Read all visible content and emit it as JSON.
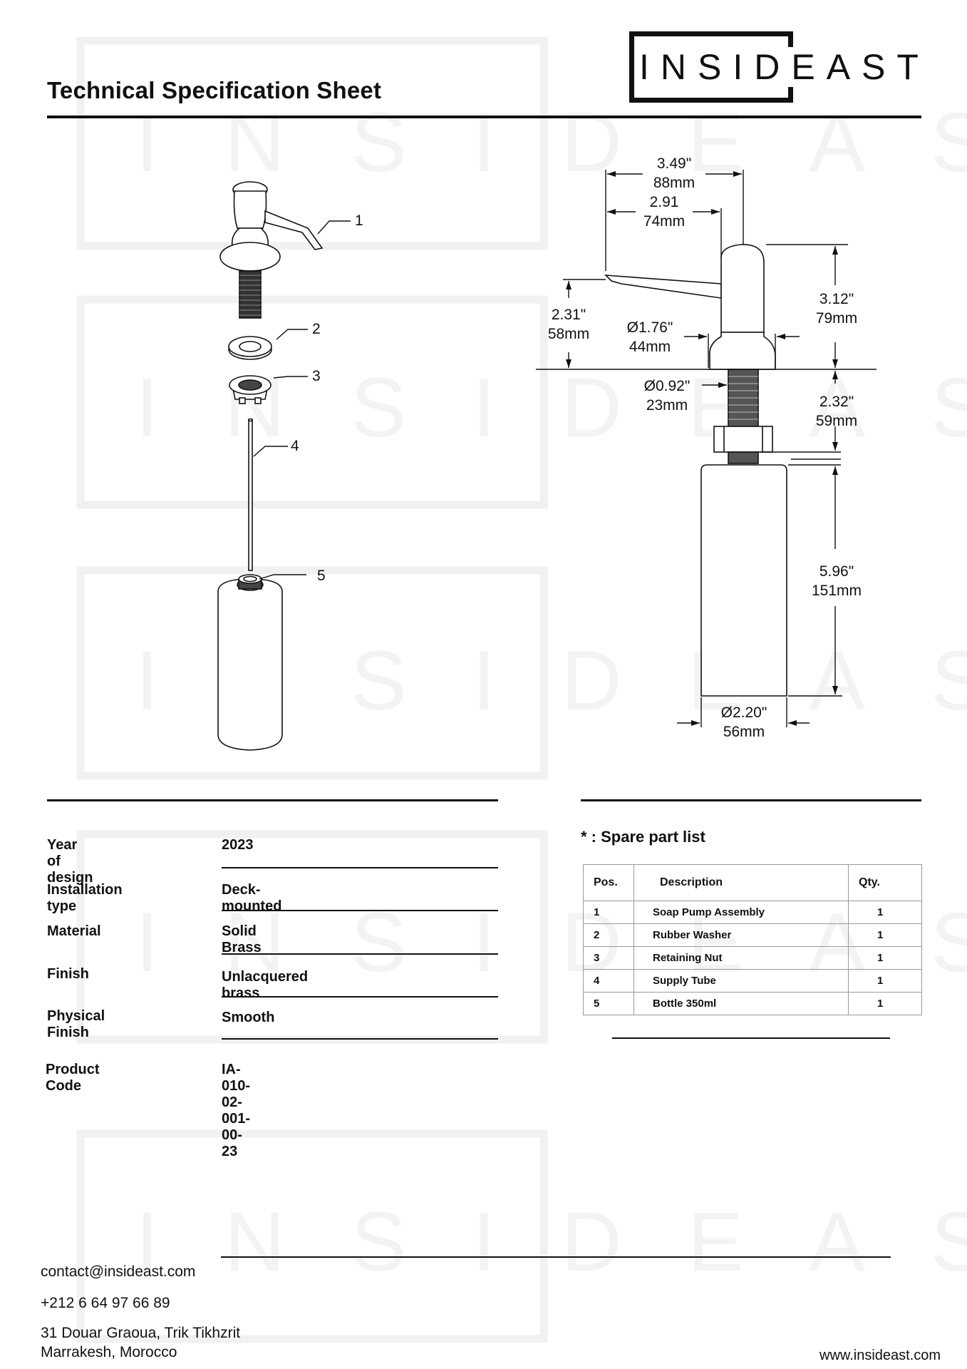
{
  "header": {
    "title": "Technical Specification Sheet",
    "logo_text": "INSIDEAST"
  },
  "watermark": {
    "text": "INSIDEAST"
  },
  "exploded_view": {
    "callouts": [
      "1",
      "2",
      "3",
      "4",
      "5"
    ]
  },
  "dimensions": {
    "overall_width": {
      "in": "3.49\"",
      "mm": "88mm"
    },
    "spout_reach": {
      "in": "2.91",
      "mm": "74mm"
    },
    "spout_height": {
      "in": "2.31\"",
      "mm": "58mm"
    },
    "head_height": {
      "in": "3.12\"",
      "mm": "79mm"
    },
    "base_diameter": {
      "in": "Ø1.76\"",
      "mm": "44mm"
    },
    "shank_diameter": {
      "in": "Ø0.92\"",
      "mm": "23mm"
    },
    "shank_length": {
      "in": "2.32\"",
      "mm": "59mm"
    },
    "bottle_height": {
      "in": "5.96\"",
      "mm": "151mm"
    },
    "bottle_diameter": {
      "in": "Ø2.20\"",
      "mm": "56mm"
    }
  },
  "specs": [
    {
      "label": "Year of design",
      "value": "2023"
    },
    {
      "label": "Installation type",
      "value": "Deck-mounted"
    },
    {
      "label": "Material",
      "value": "Solid Brass"
    },
    {
      "label": "Finish",
      "value": "Unlacquered brass"
    },
    {
      "label": "Physical Finish",
      "value": "Smooth"
    },
    {
      "label": "Product Code",
      "value": "IA-010-02-001-00-23"
    }
  ],
  "spare_parts": {
    "title": "* : Spare part list",
    "headers": {
      "pos": "Pos.",
      "description": "Description",
      "qty": "Qty."
    },
    "rows": [
      {
        "pos": "1",
        "description": "Soap Pump Assembly",
        "qty": "1"
      },
      {
        "pos": "2",
        "description": "Rubber Washer",
        "qty": "1"
      },
      {
        "pos": "3",
        "description": "Retaining Nut",
        "qty": "1"
      },
      {
        "pos": "4",
        "description": "Supply Tube",
        "qty": "1"
      },
      {
        "pos": "5",
        "description": "Bottle 350ml",
        "qty": "1"
      }
    ]
  },
  "footer": {
    "email": "contact@insideast.com",
    "phone": "+212 6 64 97 66 89",
    "address_line1": "31 Douar Graoua, Trik Tikhzrit",
    "address_line2": "Marrakesh, Morocco",
    "website": "www.insideast.com"
  }
}
